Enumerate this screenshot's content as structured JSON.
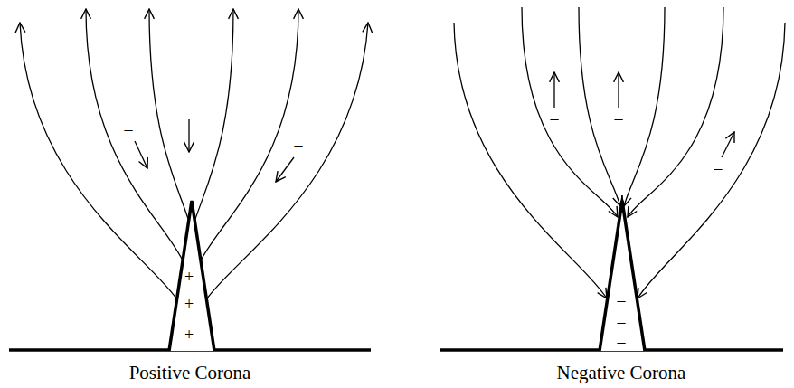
{
  "diagram": {
    "labels": [
      "Positive Corona",
      "+",
      "+",
      "+",
      "–",
      "–",
      "–",
      "Negative Corona",
      "–",
      "–",
      "–",
      "–",
      "–",
      "–"
    ]
  }
}
